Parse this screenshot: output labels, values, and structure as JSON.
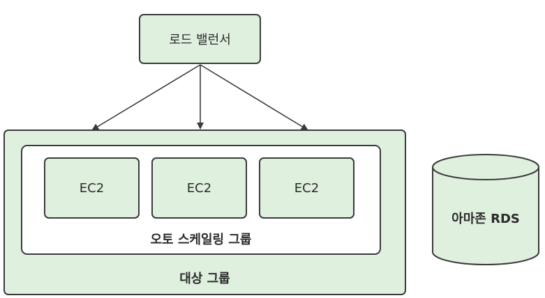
{
  "load_balancer": {
    "label": "로드 밸런서"
  },
  "target_group": {
    "label": "대상 그룹"
  },
  "auto_scaling_group": {
    "label": "오토 스케일링 그룹"
  },
  "instances": [
    {
      "label": "EC2"
    },
    {
      "label": "EC2"
    },
    {
      "label": "EC2"
    }
  ],
  "database": {
    "label": "아마존 RDS"
  },
  "colors": {
    "fill": "#dff0df",
    "stroke": "#3a3a3a",
    "text": "#2b2b2b"
  }
}
